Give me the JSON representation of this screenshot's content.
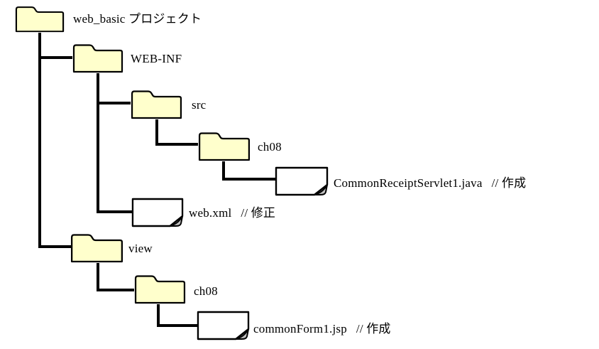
{
  "nodes": {
    "root": {
      "type": "folder",
      "label": "web_basic プロジェクト"
    },
    "webinf": {
      "type": "folder",
      "label": "WEB-INF"
    },
    "src": {
      "type": "folder",
      "label": "src"
    },
    "ch08src": {
      "type": "folder",
      "label": "ch08"
    },
    "javafile": {
      "type": "file",
      "label": "CommonReceiptServlet1.java",
      "comment": "// 作成"
    },
    "webxml": {
      "type": "file",
      "label": "web.xml",
      "comment": "// 修正"
    },
    "view": {
      "type": "folder",
      "label": "view"
    },
    "ch08view": {
      "type": "folder",
      "label": "ch08"
    },
    "jspfile": {
      "type": "file",
      "label": "commonForm1.jsp",
      "comment": "// 作成"
    }
  },
  "colors": {
    "folder_fill": "#FFFFCC",
    "file_fill": "#FFFFFF",
    "fold_fill": "#C0C0C0",
    "outline": "#000000",
    "line": "#000000"
  }
}
